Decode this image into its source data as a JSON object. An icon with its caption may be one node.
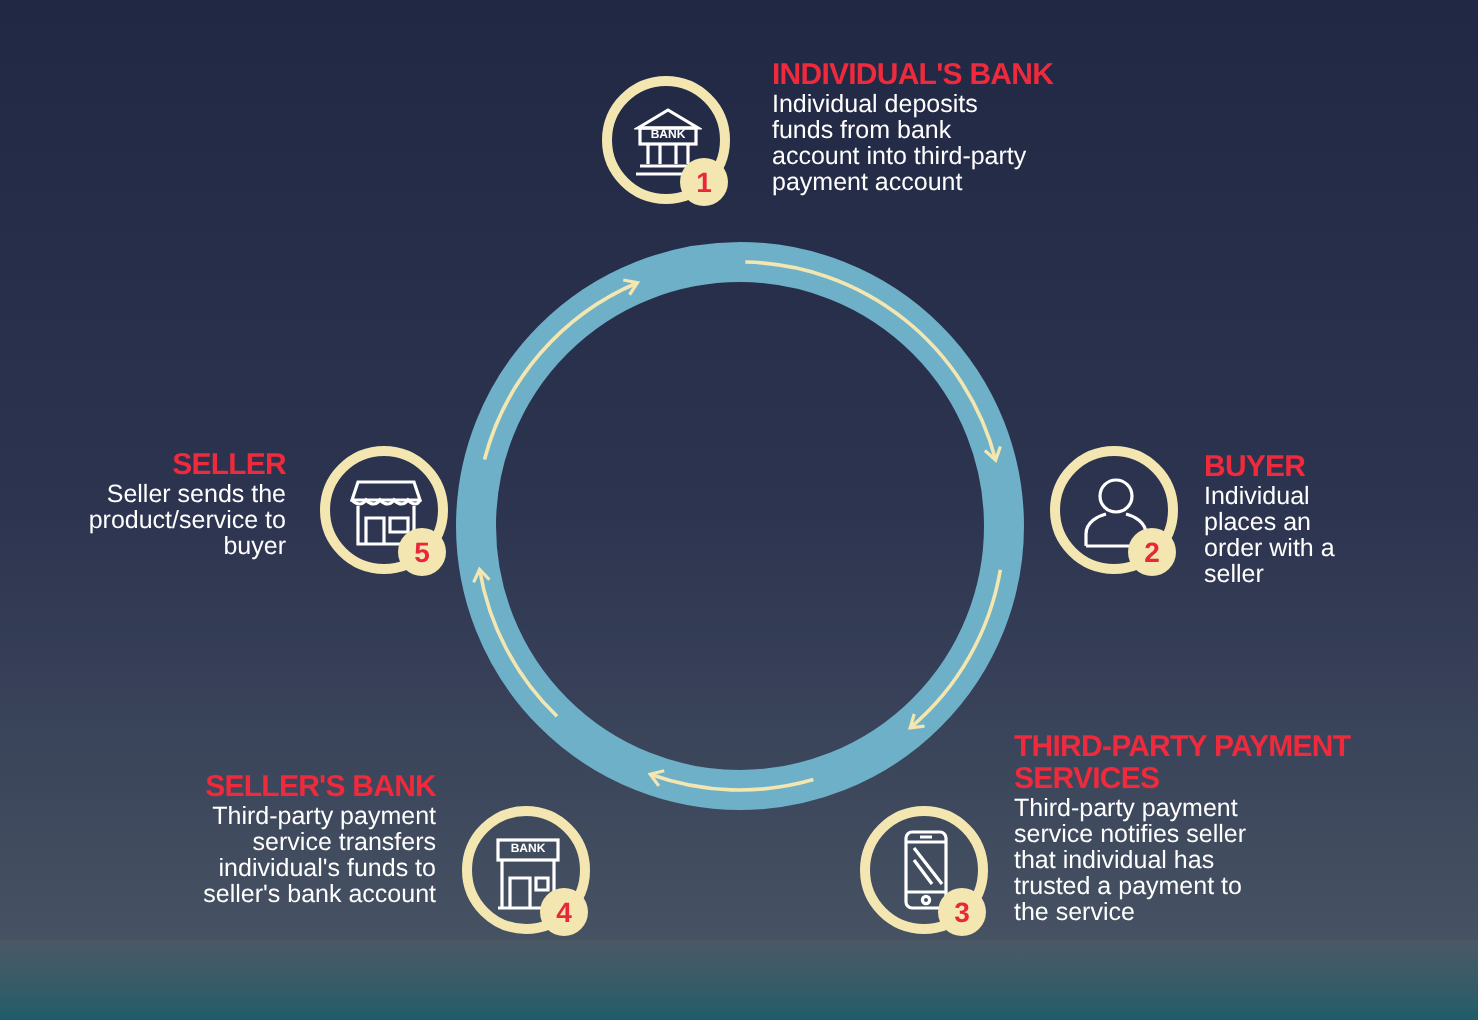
{
  "diagram": {
    "nodes": [
      {
        "text": [
          "1",
          "INDIVIDUAL'S BANK",
          "Individual deposits funds from bank account into third-party payment account"
        ]
      },
      {
        "text": [
          "2",
          "BUYER",
          "Individual places an order with a seller"
        ]
      },
      {
        "text": [
          "3",
          "THIRD-PARTY PAYMENT SERVICES",
          "Third-party payment service notifies seller that individual has trusted a payment to the service"
        ]
      },
      {
        "text": [
          "SELLER'S BANK",
          "Third-party payment service transfers individual's funds to seller's bank account",
          "4"
        ]
      },
      {
        "text": [
          "SELLER",
          "Seller sends the product/service to buyer",
          "5"
        ]
      }
    ],
    "edges": [
      {
        "from": 0,
        "to": 1,
        "arrow": "to"
      },
      {
        "from": 1,
        "to": 2,
        "arrow": "to"
      },
      {
        "from": 2,
        "to": 3,
        "arrow": "to"
      },
      {
        "from": 3,
        "to": 4,
        "arrow": "to"
      },
      {
        "from": 4,
        "to": 0,
        "arrow": "to"
      }
    ],
    "labels": [
      "BANK",
      "BANK"
    ]
  }
}
